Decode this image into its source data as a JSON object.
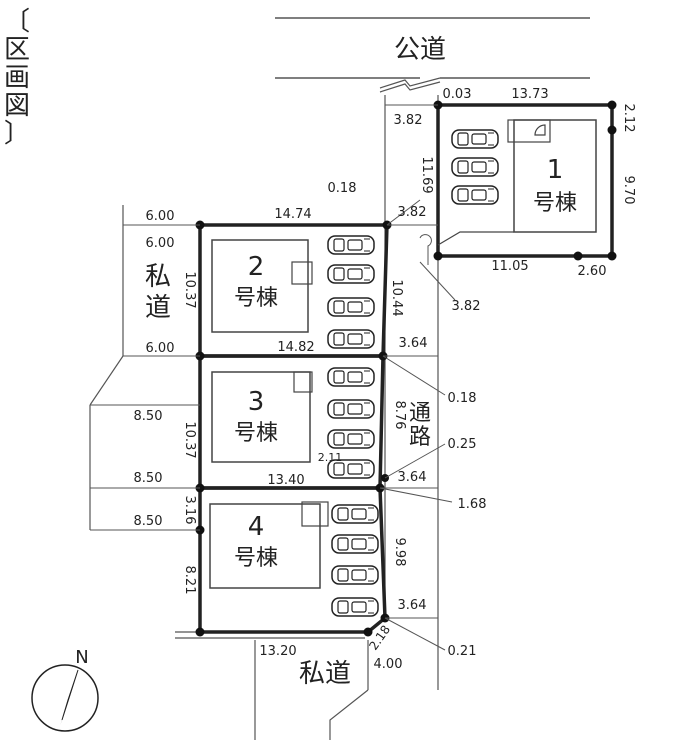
{
  "title": "〔区画図〕",
  "title_chars": [
    "〔",
    "区",
    "画",
    "図",
    "〕"
  ],
  "roads": {
    "public_road": "公道",
    "private_road_left": [
      "私",
      "道"
    ],
    "private_road_bottom": "私道",
    "passage": [
      "通",
      "路"
    ]
  },
  "compass": {
    "north_label": "N"
  },
  "buildings": [
    {
      "number": "1",
      "label": "号棟"
    },
    {
      "number": "2",
      "label": "号棟"
    },
    {
      "number": "3",
      "label": "号棟"
    },
    {
      "number": "4",
      "label": "号棟"
    }
  ],
  "dimensions": {
    "d_0_03": "0.03",
    "d_13_73": "13.73",
    "d_2_12": "2.12",
    "d_3_82_top": "3.82",
    "d_11_69": "11.69",
    "d_9_70": "9.70",
    "d_0_18_top": "0.18",
    "d_3_82_mid": "3.82",
    "d_11_05": "11.05",
    "d_2_60": "2.60",
    "d_6_00_a": "6.00",
    "d_6_00_b": "6.00",
    "d_14_74": "14.74",
    "d_10_37_a": "10.37",
    "d_10_44": "10.44",
    "d_3_82_ext": "3.82",
    "d_6_00_c": "6.00",
    "d_14_82": "14.82",
    "d_3_64_a": "3.64",
    "d_0_18_mid": "0.18",
    "d_8_50_a": "8.50",
    "d_10_37_b": "10.37",
    "d_8_76": "8.76",
    "d_0_25": "0.25",
    "d_2_11": "2.11",
    "d_13_40": "13.40",
    "d_3_64_b": "3.64",
    "d_8_50_b": "8.50",
    "d_1_68": "1.68",
    "d_3_16": "3.16",
    "d_8_50_c": "8.50",
    "d_9_98": "9.98",
    "d_8_21": "8.21",
    "d_3_64_c": "3.64",
    "d_13_20": "13.20",
    "d_2_18": "2.18",
    "d_0_21": "0.21",
    "d_4_00": "4.00"
  }
}
